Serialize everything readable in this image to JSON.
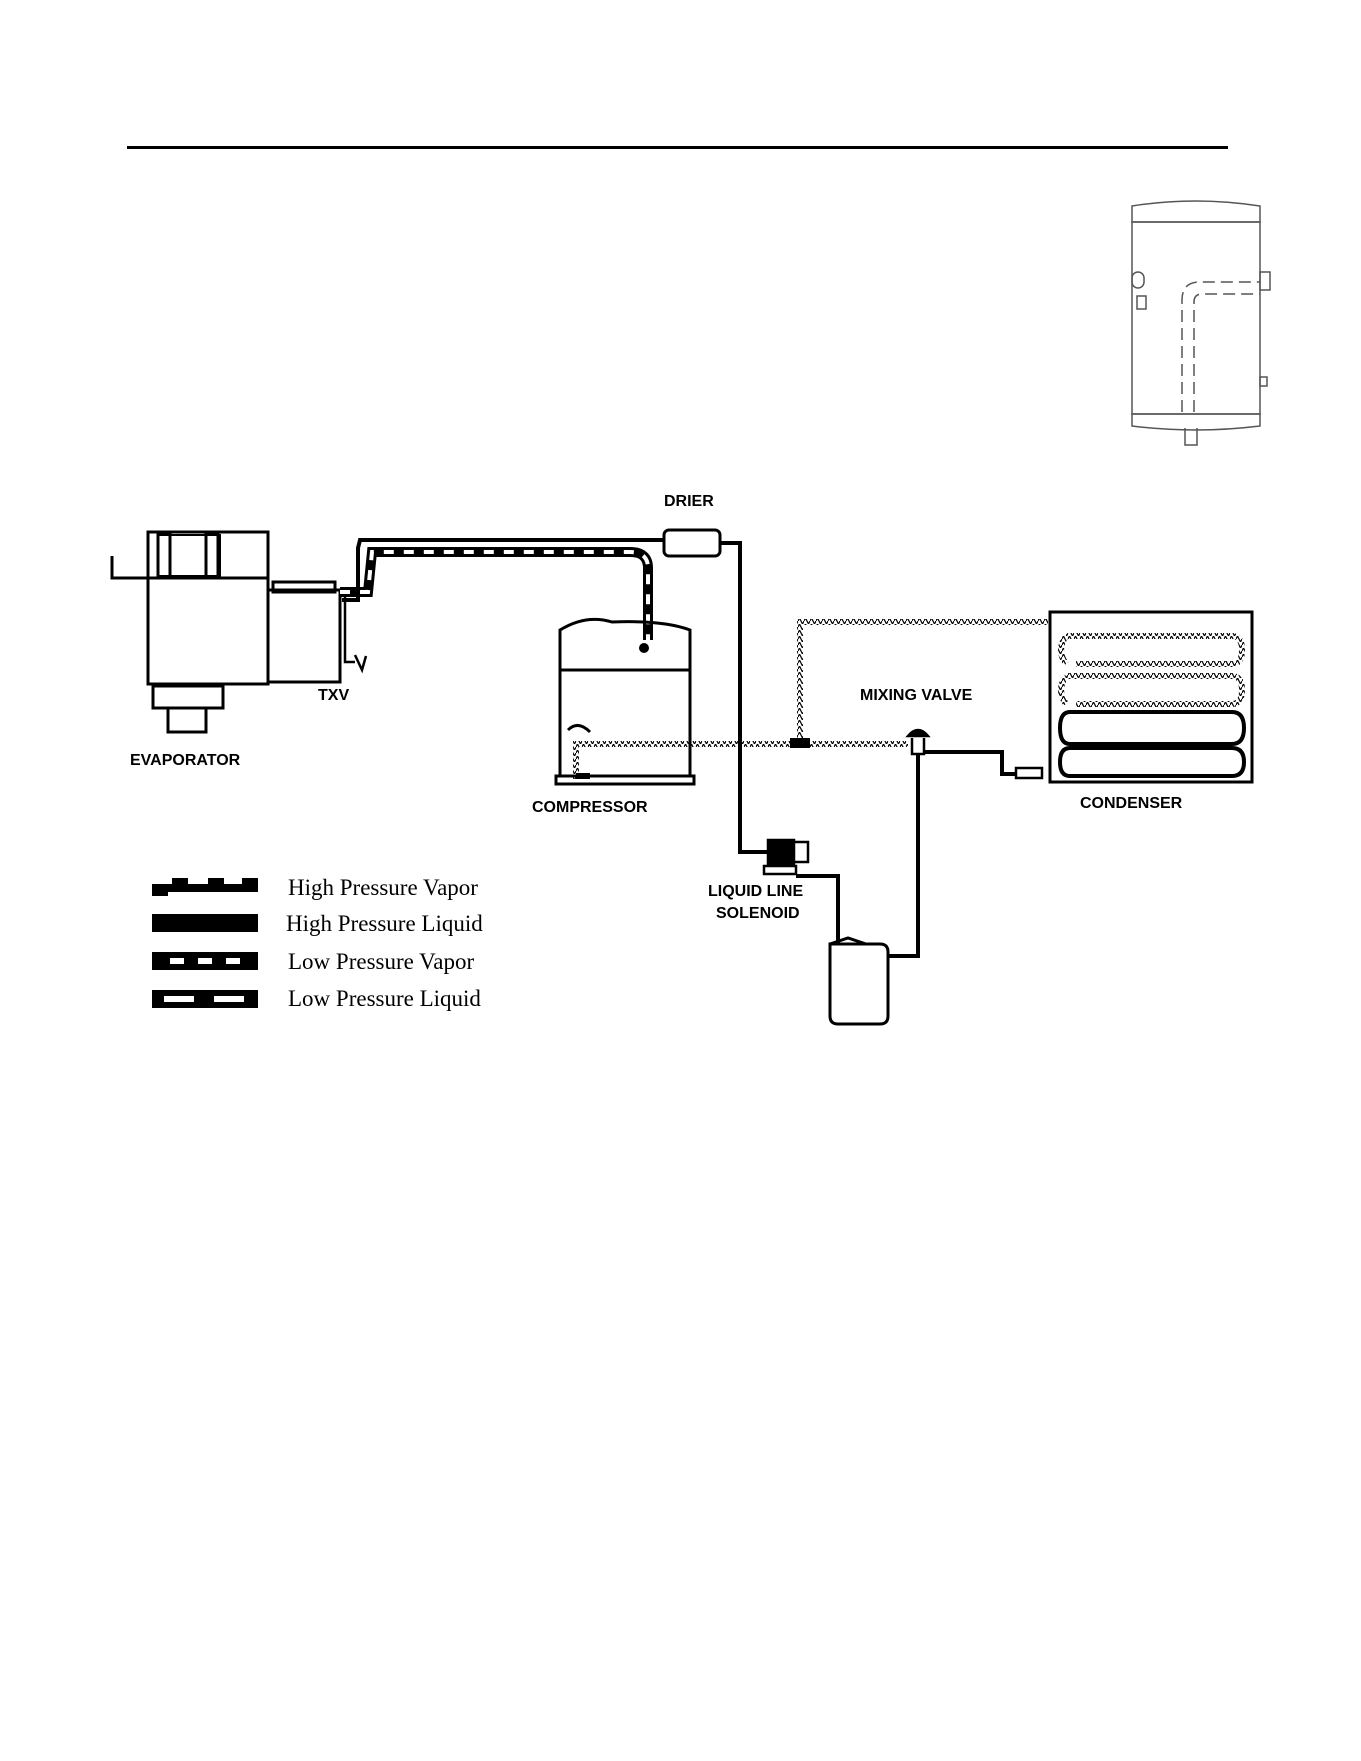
{
  "components": {
    "drier": "DRIER",
    "txv": "TXV",
    "evaporator": "EVAPORATOR",
    "compressor": "COMPRESSOR",
    "mixing_valve": "MIXING VALVE",
    "condenser": "CONDENSER",
    "liquid_line_solenoid_line1": "LIQUID LINE",
    "liquid_line_solenoid_line2": "SOLENOID"
  },
  "legend": [
    {
      "pattern": "high-pressure-vapor",
      "label": "High Pressure Vapor"
    },
    {
      "pattern": "high-pressure-liquid",
      "label": "High Pressure Liquid"
    },
    {
      "pattern": "low-pressure-vapor",
      "label": "Low Pressure Vapor"
    },
    {
      "pattern": "low-pressure-liquid",
      "label": "Low Pressure Liquid"
    }
  ]
}
